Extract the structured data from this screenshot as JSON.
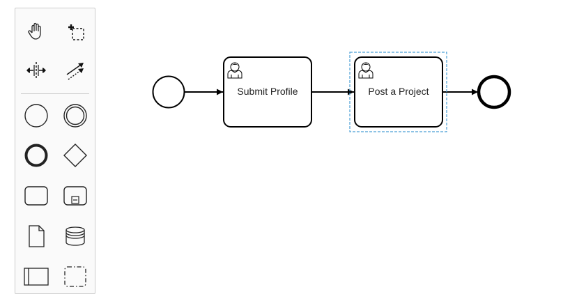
{
  "palette": {
    "tools": [
      {
        "name": "hand-tool",
        "icon": "hand-icon"
      },
      {
        "name": "lasso-tool",
        "icon": "lasso-icon"
      },
      {
        "name": "space-tool",
        "icon": "space-icon"
      },
      {
        "name": "global-connect-tool",
        "icon": "connect-icon"
      },
      {
        "name": "create-start-event",
        "icon": "start-event-icon"
      },
      {
        "name": "create-intermediate-event",
        "icon": "intermediate-event-icon"
      },
      {
        "name": "create-end-event",
        "icon": "end-event-icon"
      },
      {
        "name": "create-gateway",
        "icon": "gateway-icon"
      },
      {
        "name": "create-task",
        "icon": "task-icon"
      },
      {
        "name": "create-subprocess",
        "icon": "subprocess-icon"
      },
      {
        "name": "create-data-object",
        "icon": "data-object-icon"
      },
      {
        "name": "create-data-store",
        "icon": "data-store-icon"
      },
      {
        "name": "create-participant",
        "icon": "participant-icon"
      },
      {
        "name": "create-group",
        "icon": "group-icon"
      }
    ]
  },
  "diagram": {
    "tasks": [
      {
        "label": "Submit Profile",
        "type": "user-task",
        "icon": "user-icon",
        "selected": false
      },
      {
        "label": "Post a Project",
        "type": "user-task",
        "icon": "user-icon",
        "selected": true
      }
    ],
    "colors": {
      "stroke": "#000000",
      "selection": "#4a9fd5"
    }
  }
}
